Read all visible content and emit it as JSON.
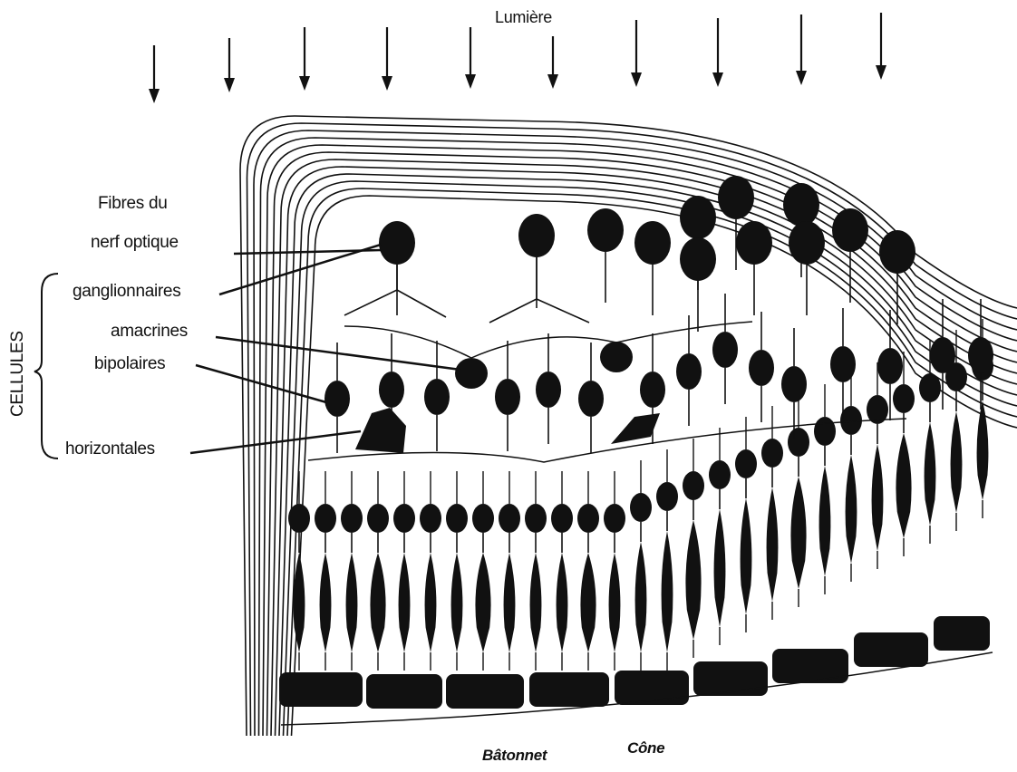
{
  "labels": {
    "lumiere": "Lumière",
    "fibres": "Fibres du",
    "nerf": "nerf optique",
    "ganglionnaires": "ganglionnaires",
    "amacrines": "amacrines",
    "bipolaires": "bipolaires",
    "cellules": "CELLULES",
    "horizontales": "horizontales",
    "batonnet": "Bâtonnet",
    "cone": "Cône"
  },
  "colors": {
    "ink": "#111111",
    "paper": "#ffffff"
  }
}
